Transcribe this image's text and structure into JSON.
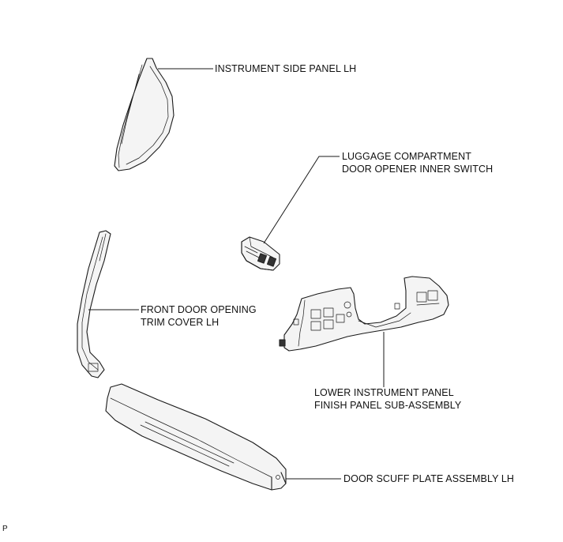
{
  "labels": {
    "instrument_side_panel": "INSTRUMENT SIDE PANEL LH",
    "luggage_switch_line1": "LUGGAGE COMPARTMENT",
    "luggage_switch_line2": "DOOR OPENER INNER SWITCH",
    "front_door_trim_line1": "FRONT DOOR OPENING",
    "front_door_trim_line2": "TRIM COVER LH",
    "lower_panel_line1": "LOWER INSTRUMENT PANEL",
    "lower_panel_line2": "FINISH PANEL SUB-ASSEMBLY",
    "door_scuff_plate": "DOOR SCUFF PLATE ASSEMBLY LH"
  },
  "footer": {
    "corner_mark": "P"
  }
}
